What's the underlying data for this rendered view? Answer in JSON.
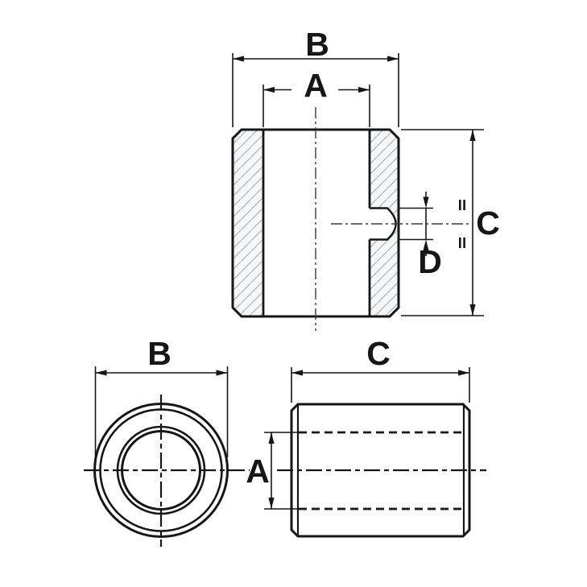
{
  "drawing": {
    "type": "technical-orthographic-drawing",
    "views": {
      "section": {
        "dim_outer_diameter": "B",
        "dim_bore_diameter": "A",
        "dim_height": "C",
        "dim_port": "D"
      },
      "front": {
        "dim_outer_diameter": "B"
      },
      "side": {
        "dim_length": "C",
        "dim_bore": "A"
      }
    },
    "colors": {
      "line": "#161616",
      "centerline": "#3a3a3a",
      "hatch": "#b5b5b5",
      "wall_fill": "#f6f7f8",
      "background": "#ffffff"
    }
  }
}
